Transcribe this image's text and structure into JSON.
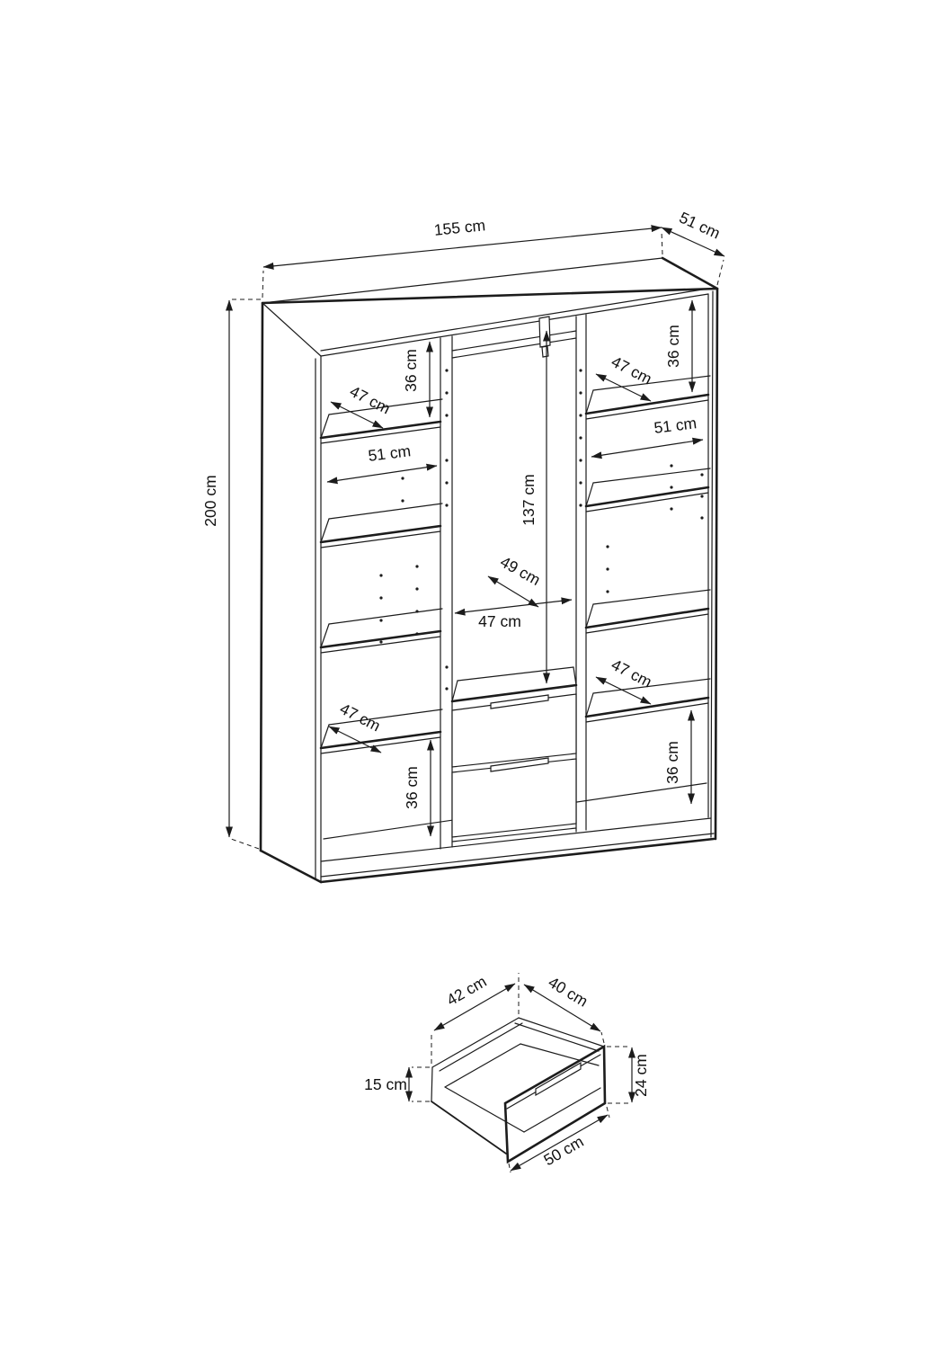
{
  "colors": {
    "line": "#1c1c1c",
    "background": "#ffffff"
  },
  "wardrobe": {
    "width_label": "155 cm",
    "depth_label": "51 cm",
    "height_label": "200 cm",
    "left_section": {
      "top_gap": "36 cm",
      "top_shelf_depth": "47 cm",
      "shelf_width": "51 cm",
      "bottom_shelf_depth": "47 cm",
      "bottom_gap": "36 cm"
    },
    "center_section": {
      "hanging_height": "137 cm",
      "hanging_depth": "49 cm",
      "hanging_width": "47 cm"
    },
    "right_section": {
      "top_gap": "36 cm",
      "top_shelf_depth": "47 cm",
      "shelf_width": "51 cm",
      "bottom_shelf_depth": "47 cm",
      "bottom_gap": "36 cm"
    }
  },
  "drawer_detail": {
    "top_width": "42 cm",
    "top_depth": "40 cm",
    "side_height": "15 cm",
    "front_height": "24 cm",
    "front_width": "50 cm"
  }
}
